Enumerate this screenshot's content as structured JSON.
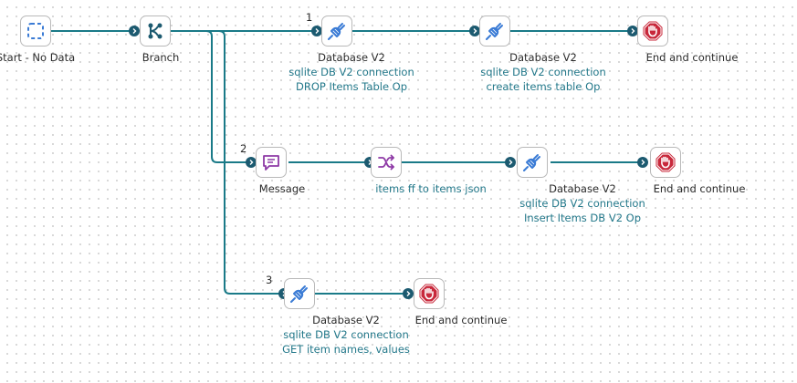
{
  "colors": {
    "wire": "#1a7a88",
    "port": "#1c5a70",
    "subtitle_text": "#23788a",
    "stop_red": "#c8283b",
    "message_purple": "#8e3aa6",
    "plug_blue": "#3a7bd5"
  },
  "branch_numbers": [
    "1",
    "2",
    "3"
  ],
  "nodes": {
    "start": {
      "title": "Start - No Data",
      "icon": "dashed-square-icon"
    },
    "branch": {
      "title": "Branch",
      "icon": "branch-icon"
    },
    "db_drop": {
      "title": "Database V2",
      "line1": "sqlite DB V2 connection",
      "line2": "DROP Items Table Op",
      "icon": "plug-icon"
    },
    "db_create": {
      "title": "Database V2",
      "line1": "sqlite DB V2 connection",
      "line2": "create items table Op",
      "icon": "plug-icon"
    },
    "end_1": {
      "title": "End and continue",
      "icon": "stop-hand-icon"
    },
    "message": {
      "title": "Message",
      "icon": "message-icon"
    },
    "transform": {
      "line1": "items ff to items json",
      "icon": "shuffle-icon"
    },
    "db_insert": {
      "title": "Database V2",
      "line1": "sqlite DB V2 connection",
      "line2": "Insert Items DB V2 Op",
      "icon": "plug-icon"
    },
    "end_2": {
      "title": "End and continue",
      "icon": "stop-hand-icon"
    },
    "db_get": {
      "title": "Database V2",
      "line1": "sqlite DB V2 connection",
      "line2": "GET item names, values",
      "icon": "plug-icon"
    },
    "end_3": {
      "title": "End and continue",
      "icon": "stop-hand-icon"
    }
  }
}
